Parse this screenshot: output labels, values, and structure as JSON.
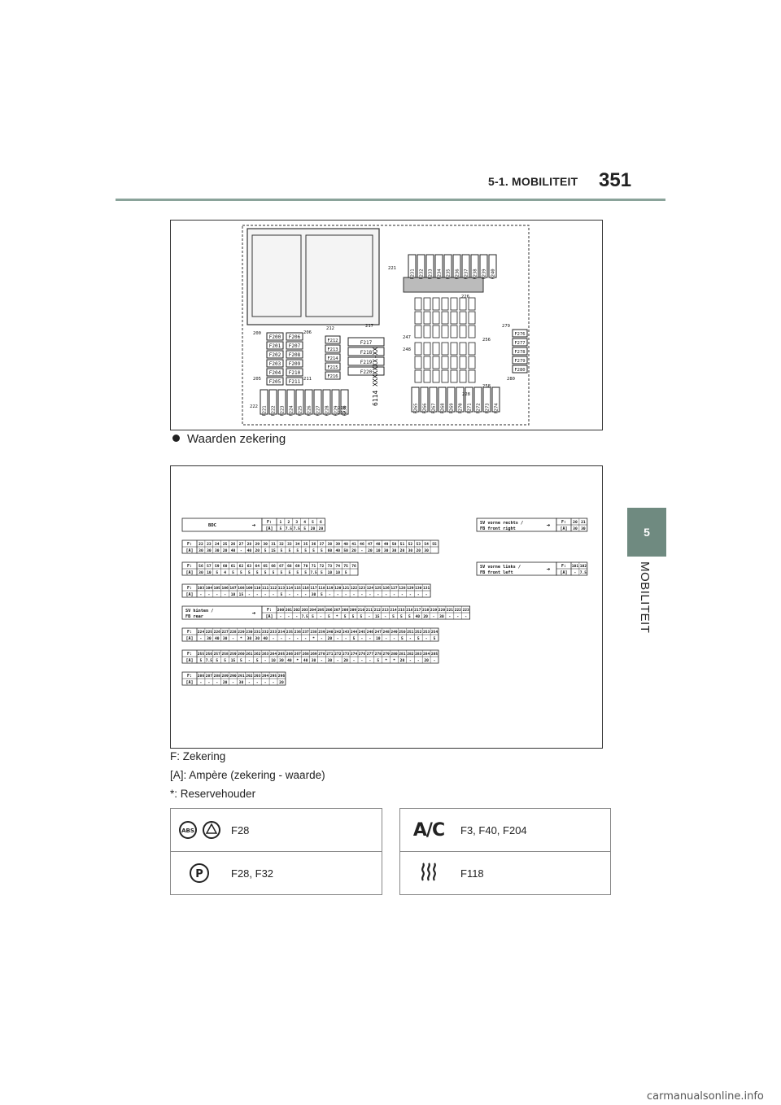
{
  "header": {
    "section": "5-1. MOBILITEIT",
    "page_number": "351"
  },
  "side_tab": {
    "number": "5",
    "label": "MOBILITEIT"
  },
  "diagram_labels": {
    "bottom_fuses": [
      "F221",
      "F222",
      "F223",
      "F224",
      "F225",
      "F226",
      "F227",
      "F228",
      "F229",
      "F230"
    ],
    "top_right_fuses": [
      "F231",
      "F232",
      "F233",
      "F234",
      "F235",
      "F236",
      "F237",
      "F238",
      "F239",
      "F240"
    ],
    "left_col_a": [
      "F200",
      "F201",
      "F202",
      "F203",
      "F204",
      "F205"
    ],
    "left_col_b": [
      "F206",
      "F207",
      "F208",
      "F209",
      "F210",
      "F211"
    ],
    "mid_small": [
      "F212",
      "F213",
      "F214",
      "F215",
      "F216"
    ],
    "mid_large": [
      "F217",
      "F218",
      "F219",
      "F220"
    ],
    "right_col": [
      "F276",
      "F277",
      "F278",
      "F279",
      "F280"
    ],
    "lower_right": [
      "F265",
      "F266",
      "F267",
      "F268",
      "F269",
      "F270",
      "F271",
      "F272",
      "F273",
      "F274"
    ],
    "numbers": [
      "200",
      "205",
      "206",
      "211",
      "212",
      "213",
      "217",
      "218",
      "221",
      "222",
      "226",
      "228",
      "247",
      "248",
      "256",
      "258",
      "279",
      "280"
    ],
    "part_code": "6114 XXXXXXX-XX"
  },
  "bullet": "Waarden zekering",
  "fuse_table": {
    "labels": {
      "bdc": "BDC",
      "f": "F:",
      "a": "[A]"
    },
    "top_bdc": {
      "f": [
        "1",
        "2",
        "3",
        "4",
        "5",
        "6"
      ],
      "a": [
        "5",
        "7.5",
        "7.5",
        "5",
        "20",
        "20"
      ]
    },
    "sv_front_right": {
      "label": "SV vorne rechts / FB front right",
      "f": [
        "20",
        "21"
      ],
      "a": [
        "30",
        "30"
      ]
    },
    "sv_front_left": {
      "label": "SV vorne links / FB front left",
      "f": [
        "101",
        "102"
      ],
      "a": [
        "-",
        "7.5"
      ]
    },
    "sv_rear": {
      "label": "SV hinten / FB rear"
    },
    "row1": {
      "f": [
        "22",
        "23",
        "24",
        "25",
        "26",
        "27",
        "28",
        "29",
        "30",
        "31",
        "32",
        "33",
        "34",
        "35",
        "36",
        "37",
        "38",
        "39",
        "40",
        "41",
        "46",
        "47",
        "48",
        "49",
        "50",
        "51",
        "52",
        "53",
        "54",
        "55"
      ],
      "a": [
        "30",
        "30",
        "30",
        "20",
        "40",
        "-",
        "40",
        "20",
        "5",
        "15",
        "5",
        "5",
        "5",
        "5",
        "5",
        "5",
        "60",
        "40",
        "50",
        "20",
        "-",
        "20",
        "10",
        "30",
        "30",
        "20",
        "30",
        "20",
        "30"
      ]
    },
    "row2": {
      "f": [
        "56",
        "57",
        "59",
        "60",
        "61",
        "62",
        "63",
        "64",
        "65",
        "66",
        "67",
        "68",
        "69",
        "70",
        "71",
        "72",
        "73",
        "74",
        "75",
        "76"
      ],
      "a": [
        "30",
        "10",
        "5",
        "4",
        "5",
        "5",
        "5",
        "5",
        "5",
        "5",
        "5",
        "5",
        "5",
        "5",
        "7.5",
        "5",
        "10",
        "10",
        "5"
      ]
    },
    "row3": {
      "f": [
        "103",
        "104",
        "105",
        "106",
        "107",
        "108",
        "109",
        "110",
        "111",
        "112",
        "113",
        "114",
        "115",
        "116",
        "117",
        "118",
        "119",
        "120",
        "121",
        "122",
        "123",
        "124",
        "125",
        "126",
        "127",
        "128",
        "129",
        "130",
        "131"
      ],
      "a": [
        "-",
        "-",
        "-",
        "-",
        "10",
        "15",
        "-",
        "-",
        "-",
        "-",
        "5",
        "-",
        "-",
        "-",
        "30",
        "5",
        "-",
        "-",
        "-",
        "-",
        "-",
        "-",
        "-",
        "-",
        "-",
        "-",
        "-",
        "-",
        "-"
      ]
    },
    "row4": {
      "f": [
        "200",
        "201",
        "202",
        "203",
        "204",
        "205",
        "206",
        "207",
        "208",
        "209",
        "210",
        "211",
        "212",
        "213",
        "214",
        "215",
        "216",
        "217",
        "218",
        "219",
        "220",
        "221",
        "222",
        "223"
      ],
      "a": [
        "-",
        "-",
        "-",
        "7.5",
        "5",
        "-",
        "5",
        "*",
        "5",
        "5",
        "5",
        "-",
        "15",
        "-",
        "5",
        "5",
        "5",
        "40",
        "20",
        "-",
        "30",
        "-",
        "-",
        "-"
      ]
    },
    "row5": {
      "f": [
        "224",
        "225",
        "226",
        "227",
        "228",
        "229",
        "230",
        "231",
        "232",
        "233",
        "234",
        "235",
        "236",
        "237",
        "238",
        "239",
        "240",
        "242",
        "243",
        "244",
        "245",
        "246",
        "247",
        "248",
        "249",
        "250",
        "251",
        "252",
        "253",
        "254"
      ],
      "a": [
        "-",
        "30",
        "40",
        "30",
        "-",
        "*",
        "30",
        "30",
        "40",
        "-",
        "-",
        "-",
        "-",
        "-",
        "*",
        "-",
        "20",
        "-",
        "-",
        "5",
        "-",
        "-",
        "10",
        "-",
        "-",
        "5",
        "-",
        "5",
        "-",
        "5"
      ]
    },
    "row6": {
      "f": [
        "255",
        "256",
        "257",
        "258",
        "259",
        "260",
        "261",
        "262",
        "263",
        "264",
        "265",
        "266",
        "267",
        "268",
        "269",
        "270",
        "271",
        "272",
        "273",
        "274",
        "276",
        "277",
        "278",
        "279",
        "280",
        "281",
        "282",
        "283",
        "284",
        "285"
      ],
      "a": [
        "5",
        "7.5",
        "5",
        "5",
        "15",
        "5",
        "-",
        "5",
        "-",
        "10",
        "30",
        "40",
        "*",
        "40",
        "30",
        "-",
        "30",
        "-",
        "20",
        "-",
        "-",
        "-",
        "5",
        "*",
        "*",
        "20",
        "-",
        "-",
        "20",
        "-"
      ]
    },
    "row7": {
      "f": [
        "286",
        "287",
        "288",
        "289",
        "290",
        "291",
        "292",
        "293",
        "294",
        "295",
        "296"
      ],
      "a": [
        "-",
        "-",
        "-",
        "20",
        "-",
        "30",
        "-",
        "-",
        "-",
        "-",
        "20"
      ]
    }
  },
  "legend": {
    "f": "F: Zekering",
    "a": "[A]: Ampère (zekering - waarde)",
    "star": "*: Reservehouder"
  },
  "icon_table_left": [
    {
      "icons": [
        "abs-icon",
        "brake-warning-icon"
      ],
      "fuses": "F28"
    },
    {
      "icons": [
        "parking-brake-icon"
      ],
      "fuses": "F28, F32"
    }
  ],
  "icon_table_right": [
    {
      "icon_text": "A/C",
      "fuses": "F3, F40, F204"
    },
    {
      "icons": [
        "seat-heating-icon"
      ],
      "fuses": "F118"
    }
  ],
  "watermark": "carmanualsonline.info"
}
